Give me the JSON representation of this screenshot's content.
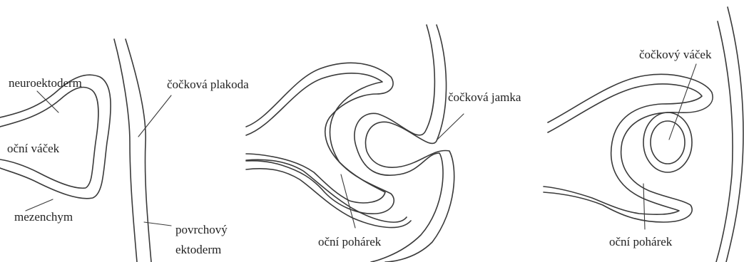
{
  "diagram": {
    "stage1": {
      "neuroectoderm": "neuroektoderm",
      "optic_vesicle": "oční váček",
      "mesenchyme": "mezenchym",
      "lens_placode": "čočková plakoda",
      "surface_ectoderm_line1": "povrchový",
      "surface_ectoderm_line2": "ektoderm"
    },
    "stage2": {
      "lens_pit": "čočková jamka",
      "optic_cup": "oční pohárek"
    },
    "stage3": {
      "lens_vesicle": "čočkový váček",
      "optic_cup": "oční pohárek"
    }
  }
}
